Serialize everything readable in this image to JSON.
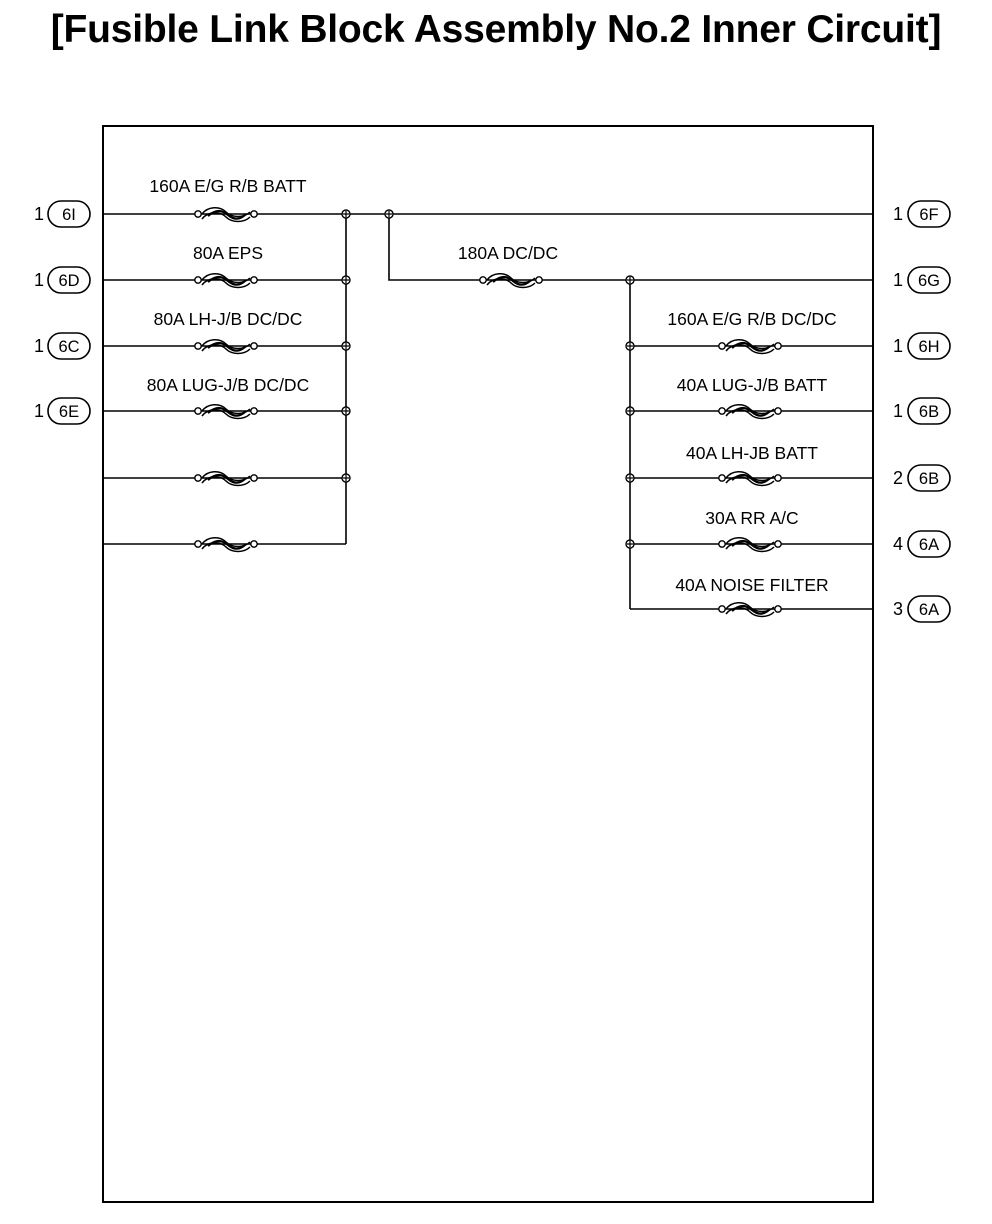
{
  "title": "[Fusible Link Block Assembly No.2 Inner Circuit]",
  "left_terminals": [
    {
      "pin": "1",
      "connector": "6I"
    },
    {
      "pin": "1",
      "connector": "6D"
    },
    {
      "pin": "1",
      "connector": "6C"
    },
    {
      "pin": "1",
      "connector": "6E"
    }
  ],
  "right_terminals": [
    {
      "pin": "1",
      "connector": "6F"
    },
    {
      "pin": "1",
      "connector": "6G"
    },
    {
      "pin": "1",
      "connector": "6H"
    },
    {
      "pin": "1",
      "connector": "6B"
    },
    {
      "pin": "2",
      "connector": "6B"
    },
    {
      "pin": "4",
      "connector": "6A"
    },
    {
      "pin": "3",
      "connector": "6A"
    }
  ],
  "left_fuses": [
    {
      "label": "160A E/G R/B BATT"
    },
    {
      "label": "80A EPS"
    },
    {
      "label": "80A LH-J/B DC/DC"
    },
    {
      "label": "80A LUG-J/B DC/DC"
    },
    {
      "label": ""
    },
    {
      "label": ""
    }
  ],
  "center_fuse": {
    "label": "180A DC/DC"
  },
  "right_fuses": [
    {
      "label": "160A E/G R/B DC/DC"
    },
    {
      "label": "40A LUG-J/B BATT"
    },
    {
      "label": "40A LH-JB BATT"
    },
    {
      "label": "30A RR A/C"
    },
    {
      "label": "40A NOISE FILTER"
    }
  ]
}
